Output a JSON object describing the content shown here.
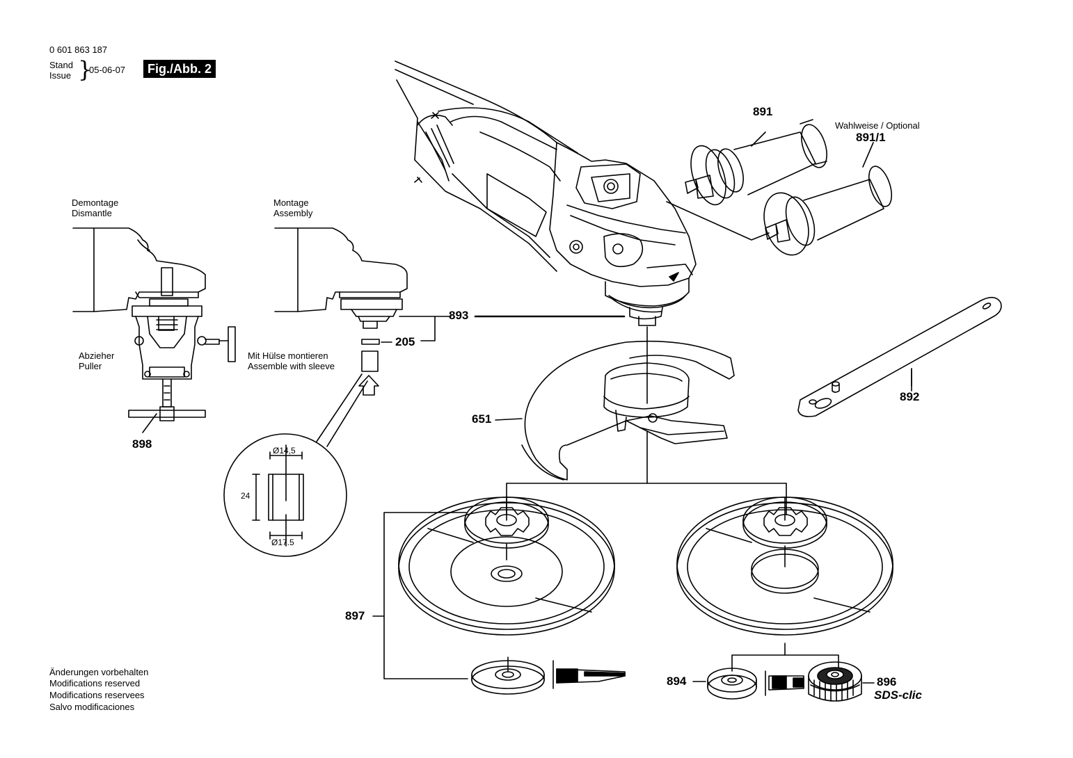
{
  "header": {
    "doc_number": "0 601 863 187",
    "stand_label": "Stand",
    "issue_label": "Issue",
    "date": "05-06-07",
    "figure_label": "Fig./Abb. 2"
  },
  "left_panel": {
    "dismantle_de": "Demontage",
    "dismantle_en": "Dismantle",
    "assembly_de": "Montage",
    "assembly_en": "Assembly",
    "puller_de": "Abzieher",
    "puller_en": "Puller",
    "sleeve_de": "Mit Hülse montieren",
    "sleeve_en": "Assemble with sleeve",
    "dim_top": "Ø14,5",
    "dim_left": "24",
    "dim_bottom": "Ø17.5"
  },
  "optional": {
    "label": "Wahlweise / Optional"
  },
  "parts": {
    "p891": "891",
    "p891_1": "891/1",
    "p893": "893",
    "p205": "205",
    "p898": "898",
    "p651": "651",
    "p892": "892",
    "p897": "897",
    "p894": "894",
    "p896": "896",
    "sds": "SDS-clic"
  },
  "footer": {
    "line1": "Änderungen vorbehalten",
    "line2": "Modifications reserved",
    "line3": "Modifications reservees",
    "line4": "Salvo modificaciones"
  }
}
